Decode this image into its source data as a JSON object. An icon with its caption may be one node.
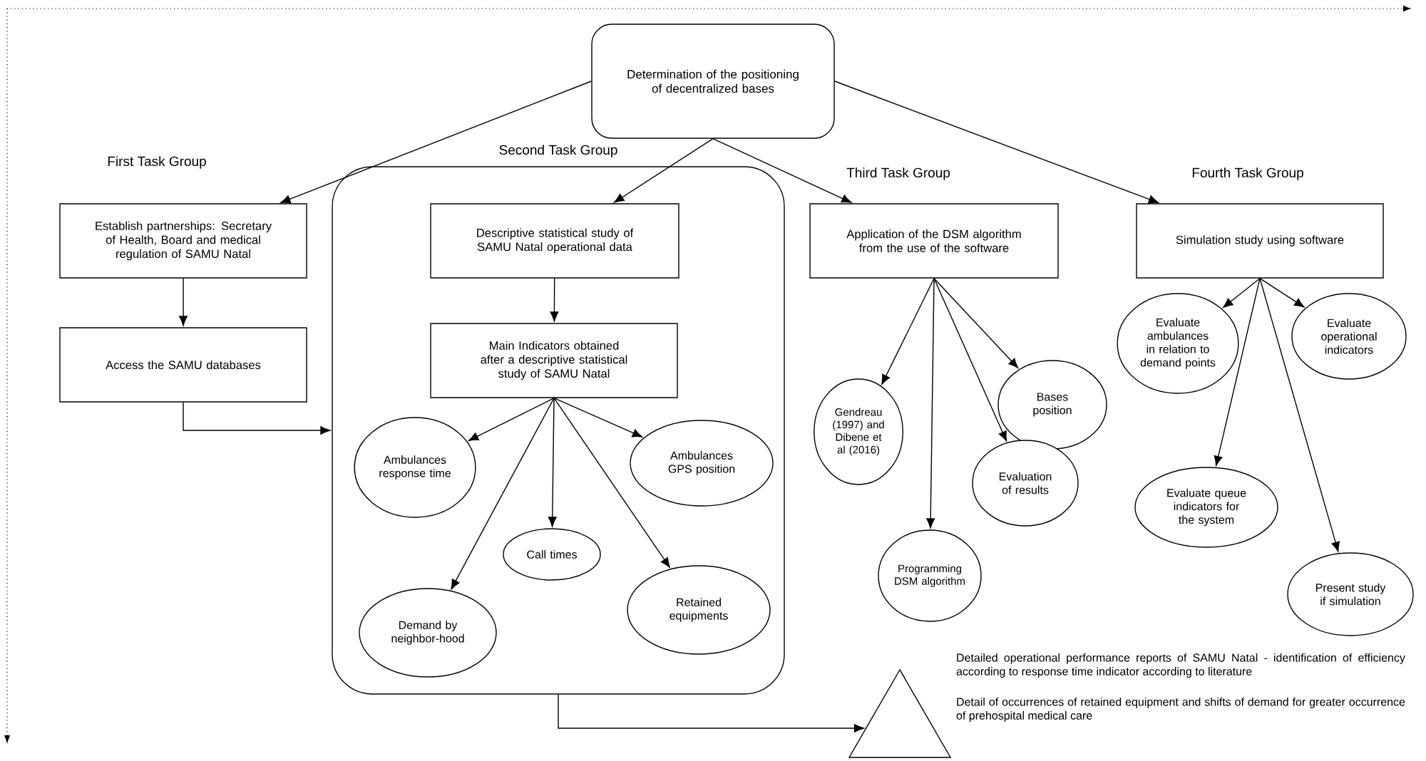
{
  "diagram": {
    "nodes": [
      {
        "text": [
          "Determination of the positioning of decentralized bases"
        ]
      },
      {
        "text": [
          "Second Task Group"
        ]
      },
      {
        "text": [
          "Establish partnerships: Secretary of Health, Board and medical regulation of SAMU Natal"
        ],
        "beside": [
          "First Task Group"
        ]
      },
      {
        "text": [
          "Access the SAMU databases"
        ]
      },
      {
        "text": [
          "Descriptive statistical study of SAMU Natal operational data"
        ],
        "in": 1
      },
      {
        "text": [
          "Main Indicators obtained after a descriptive statistical study of SAMU Natal"
        ],
        "in": 1
      },
      {
        "text": [
          "Ambulances response time"
        ],
        "in": 1
      },
      {
        "text": [
          "Ambulances GPS position"
        ],
        "in": 1
      },
      {
        "text": [
          "Call times"
        ],
        "in": 1
      },
      {
        "text": [
          "Demand by neighbor-hood"
        ],
        "in": 1
      },
      {
        "text": [
          "Retained equipments"
        ],
        "in": 1
      },
      {
        "text": [
          "Application of the DSM algorithm from the use of the software"
        ],
        "beside": [
          "Third Task Group"
        ]
      },
      {
        "text": [
          "Simulation study using software"
        ],
        "beside": [
          "Fourth Task Group"
        ]
      },
      {
        "text": [
          "Gendreau (1997) and Dibene et al (2016)"
        ]
      },
      {
        "text": [
          "Bases position"
        ]
      },
      {
        "text": [
          "Evaluation of results"
        ]
      },
      {
        "text": [
          "Programming DSM algorithm"
        ]
      },
      {
        "text": [
          "Evaluate ambulances in relation to demand points"
        ]
      },
      {
        "text": [
          "Evaluate operational indicators"
        ]
      },
      {
        "text": [
          "Evaluate queue indicators for the system"
        ]
      },
      {
        "text": [
          "Present study if simulation"
        ]
      },
      {
        "text": [],
        "shape": "triangle"
      }
    ],
    "edges": [
      {
        "from": 0,
        "to": 2,
        "arrow": "to"
      },
      {
        "from": 0,
        "to": 4,
        "arrow": "to"
      },
      {
        "from": 0,
        "to": 11,
        "arrow": "to"
      },
      {
        "from": 0,
        "to": 12,
        "arrow": "to"
      },
      {
        "from": 2,
        "to": 3,
        "arrow": "to"
      },
      {
        "from": 3,
        "to": 1,
        "arrow": "to"
      },
      {
        "from": 4,
        "to": 5,
        "arrow": "to"
      },
      {
        "from": 5,
        "to": 6,
        "arrow": "to"
      },
      {
        "from": 5,
        "to": 7,
        "arrow": "to"
      },
      {
        "from": 5,
        "to": 8,
        "arrow": "to"
      },
      {
        "from": 5,
        "to": 9,
        "arrow": "to"
      },
      {
        "from": 5,
        "to": 10,
        "arrow": "to"
      },
      {
        "from": 11,
        "to": 13,
        "arrow": "to"
      },
      {
        "from": 11,
        "to": 14,
        "arrow": "to"
      },
      {
        "from": 11,
        "to": 15,
        "arrow": "to"
      },
      {
        "from": 11,
        "to": 16,
        "arrow": "to"
      },
      {
        "from": 12,
        "to": 17,
        "arrow": "to"
      },
      {
        "from": 12,
        "to": 18,
        "arrow": "to"
      },
      {
        "from": 12,
        "to": 19,
        "arrow": "to"
      },
      {
        "from": 12,
        "to": 20,
        "arrow": "to"
      },
      {
        "from": 1,
        "to": 21,
        "arrow": "to"
      }
    ],
    "labels": [
      "Detailed operational performance reports of SAMU Natal - identification of efficiency according to response time indicator according to literature",
      "Detail of occurrences of retained equipment and shifts of demand for greater occurrence of prehospital medical care"
    ]
  }
}
